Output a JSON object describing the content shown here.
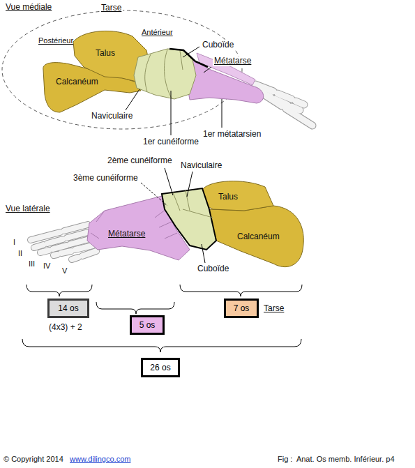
{
  "diagram": {
    "caption": "Fig :  Anat. Os memb. Inférieur. p4",
    "nodes": [
      {
        "text": [
          "14 os"
        ]
      },
      {
        "text": [
          "5 os"
        ]
      },
      {
        "text": [
          "7 os"
        ]
      },
      {
        "text": [
          "26 os"
        ]
      }
    ],
    "labels": [
      "Vue médiale",
      "Tarse",
      "Postérieur",
      "Antérieur",
      "Talus",
      "Calcanéum",
      "Cuboïde",
      "Métatarse",
      "Naviculaire",
      "1er cunéiforme",
      "1er métatarsien",
      "2ème cunéiforme",
      "Naviculaire",
      "3ème cunéiforme",
      "Vue latérale",
      "Talus",
      "Métatarse",
      "Calcanéum",
      "I",
      "II",
      "III",
      "IV",
      "V",
      "Cuboïde",
      "(4x3) + 2",
      "Tarse",
      "© Copyright 2014",
      "www.dilingco.com"
    ]
  }
}
